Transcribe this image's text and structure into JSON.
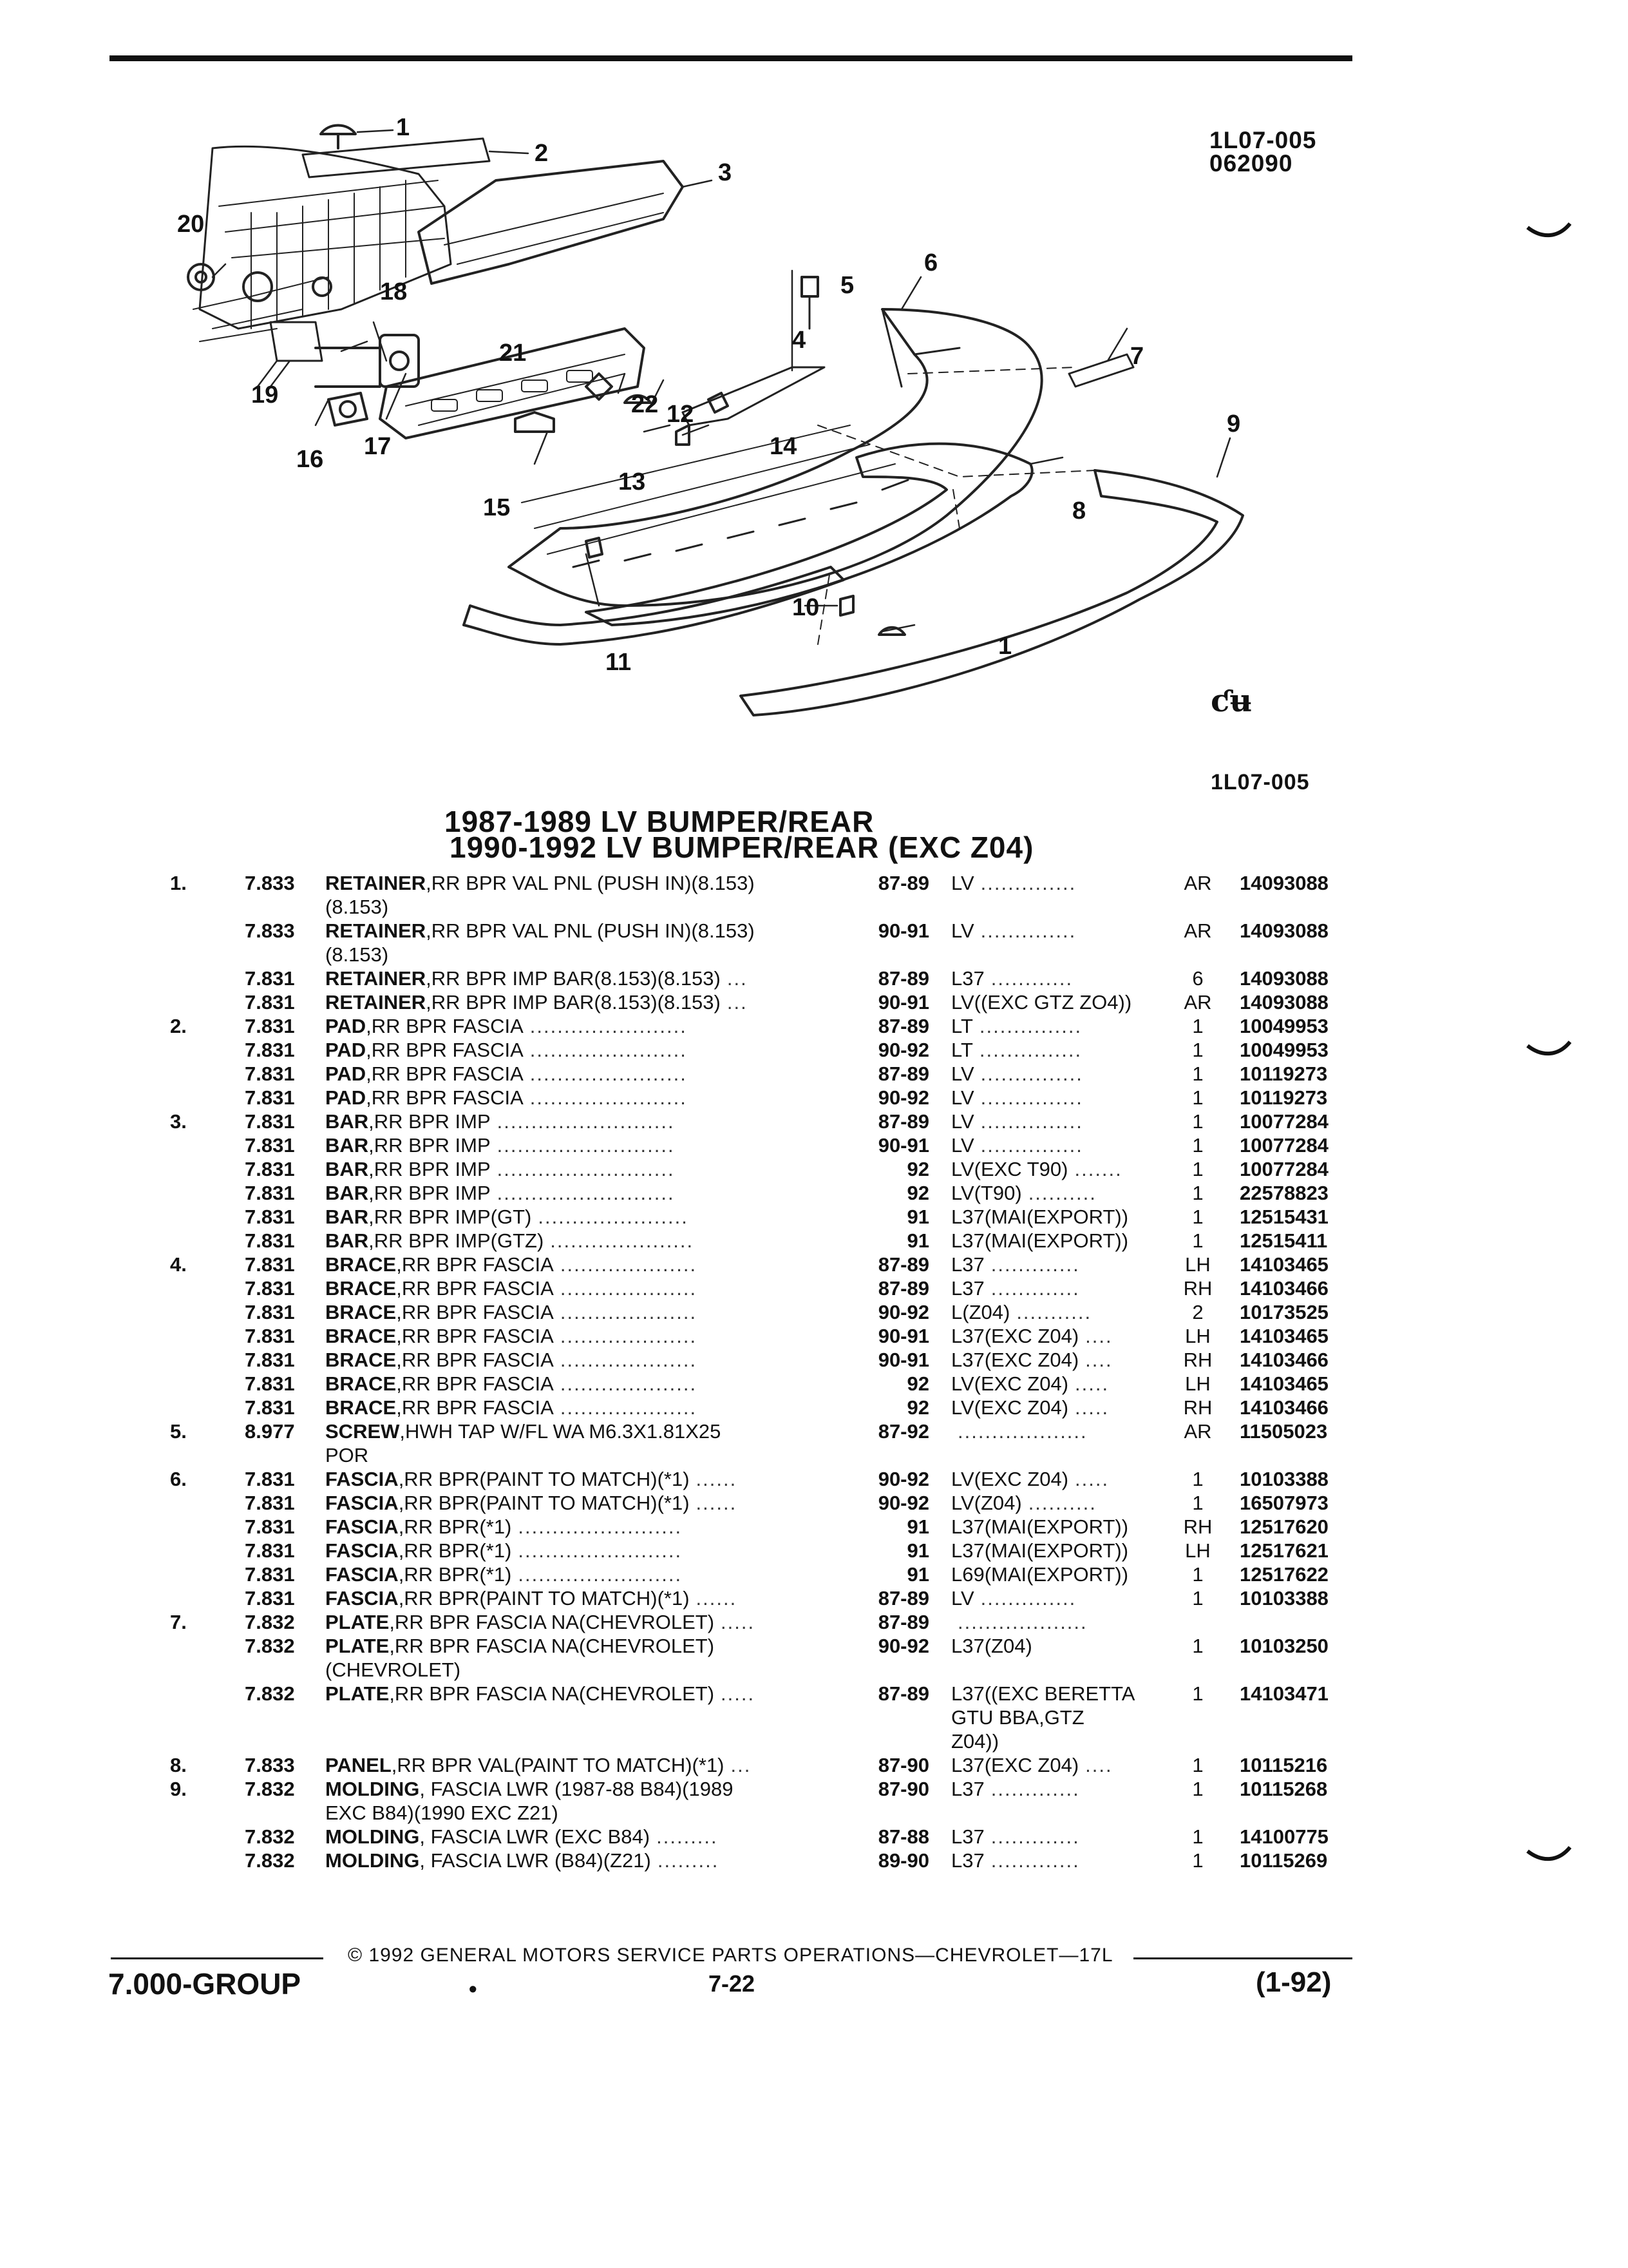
{
  "diagram": {
    "code_1": "1L07-005",
    "code_2": "062090",
    "figure_id": "1L07-005",
    "callouts": [
      "1",
      "2",
      "3",
      "4",
      "5",
      "6",
      "7",
      "8",
      "9",
      "10",
      "11",
      "12",
      "13",
      "14",
      "15",
      "16",
      "17",
      "18",
      "19",
      "20",
      "21",
      "22",
      "1"
    ]
  },
  "title": {
    "line1": "1987-1989 LV BUMPER/REAR",
    "line2": "1990-1992 LV BUMPER/REAR (EXC Z04)"
  },
  "parts": [
    {
      "no": "1.",
      "grp": "7.833",
      "name": "RETAINER",
      "desc": ",RR BPR VAL PNL (PUSH IN)(8.153)",
      "desc2": "(8.153)",
      "dots": "",
      "yr": "87-89",
      "mdl": "LV",
      "mdots": "..............",
      "qty": "AR",
      "pn": "14093088"
    },
    {
      "no": "",
      "grp": "7.833",
      "name": "RETAINER",
      "desc": ",RR BPR VAL PNL (PUSH IN)(8.153)",
      "desc2": "(8.153)",
      "dots": "",
      "yr": "90-91",
      "mdl": "LV",
      "mdots": "..............",
      "qty": "AR",
      "pn": "14093088"
    },
    {
      "no": "",
      "grp": "7.831",
      "name": "RETAINER",
      "desc": ",RR BPR IMP BAR(8.153)(8.153)",
      "desc2": "",
      "dots": "...",
      "yr": "87-89",
      "mdl": "L37",
      "mdots": "............",
      "qty": "6",
      "pn": "14093088"
    },
    {
      "no": "",
      "grp": "7.831",
      "name": "RETAINER",
      "desc": ",RR BPR IMP BAR(8.153)(8.153)",
      "desc2": "",
      "dots": "...",
      "yr": "90-91",
      "mdl": "LV((EXC GTZ ZO4))",
      "mdots": "",
      "qty": "AR",
      "pn": "14093088"
    },
    {
      "no": "2.",
      "grp": "7.831",
      "name": "PAD",
      "desc": ",RR BPR FASCIA",
      "desc2": "",
      "dots": ".......................",
      "yr": "87-89",
      "mdl": "LT",
      "mdots": "...............",
      "qty": "1",
      "pn": "10049953"
    },
    {
      "no": "",
      "grp": "7.831",
      "name": "PAD",
      "desc": ",RR BPR FASCIA",
      "desc2": "",
      "dots": ".......................",
      "yr": "90-92",
      "mdl": "LT",
      "mdots": "...............",
      "qty": "1",
      "pn": "10049953"
    },
    {
      "no": "",
      "grp": "7.831",
      "name": "PAD",
      "desc": ",RR BPR FASCIA",
      "desc2": "",
      "dots": ".......................",
      "yr": "87-89",
      "mdl": "LV",
      "mdots": "...............",
      "qty": "1",
      "pn": "10119273"
    },
    {
      "no": "",
      "grp": "7.831",
      "name": "PAD",
      "desc": ",RR BPR FASCIA",
      "desc2": "",
      "dots": ".......................",
      "yr": "90-92",
      "mdl": "LV",
      "mdots": "...............",
      "qty": "1",
      "pn": "10119273"
    },
    {
      "no": "3.",
      "grp": "7.831",
      "name": "BAR",
      "desc": ",RR BPR IMP",
      "desc2": "",
      "dots": "..........................",
      "yr": "87-89",
      "mdl": "LV",
      "mdots": "...............",
      "qty": "1",
      "pn": "10077284"
    },
    {
      "no": "",
      "grp": "7.831",
      "name": "BAR",
      "desc": ",RR BPR IMP",
      "desc2": "",
      "dots": "..........................",
      "yr": "90-91",
      "mdl": "LV",
      "mdots": "...............",
      "qty": "1",
      "pn": "10077284"
    },
    {
      "no": "",
      "grp": "7.831",
      "name": "BAR",
      "desc": ",RR BPR IMP",
      "desc2": "",
      "dots": "..........................",
      "yr": "92",
      "mdl": "LV(EXC T90)",
      "mdots": ".......",
      "qty": "1",
      "pn": "10077284"
    },
    {
      "no": "",
      "grp": "7.831",
      "name": "BAR",
      "desc": ",RR BPR IMP",
      "desc2": "",
      "dots": "..........................",
      "yr": "92",
      "mdl": "LV(T90)",
      "mdots": "..........",
      "qty": "1",
      "pn": "22578823"
    },
    {
      "no": "",
      "grp": "7.831",
      "name": "BAR",
      "desc": ",RR BPR IMP(GT)",
      "desc2": "",
      "dots": "......................",
      "yr": "91",
      "mdl": "L37(MAI(EXPORT))",
      "mdots": "",
      "qty": "1",
      "pn": "12515431"
    },
    {
      "no": "",
      "grp": "7.831",
      "name": "BAR",
      "desc": ",RR BPR IMP(GTZ)",
      "desc2": "",
      "dots": ".....................",
      "yr": "91",
      "mdl": "L37(MAI(EXPORT))",
      "mdots": "",
      "qty": "1",
      "pn": "12515411"
    },
    {
      "no": "4.",
      "grp": "7.831",
      "name": "BRACE",
      "desc": ",RR BPR FASCIA",
      "desc2": "",
      "dots": "....................",
      "yr": "87-89",
      "mdl": "L37",
      "mdots": ".............",
      "qty": "LH",
      "pn": "14103465"
    },
    {
      "no": "",
      "grp": "7.831",
      "name": "BRACE",
      "desc": ",RR BPR FASCIA",
      "desc2": "",
      "dots": "....................",
      "yr": "87-89",
      "mdl": "L37",
      "mdots": ".............",
      "qty": "RH",
      "pn": "14103466"
    },
    {
      "no": "",
      "grp": "7.831",
      "name": "BRACE",
      "desc": ",RR BPR FASCIA",
      "desc2": "",
      "dots": "....................",
      "yr": "90-92",
      "mdl": "L(Z04)",
      "mdots": "...........",
      "qty": "2",
      "pn": "10173525"
    },
    {
      "no": "",
      "grp": "7.831",
      "name": "BRACE",
      "desc": ",RR BPR FASCIA",
      "desc2": "",
      "dots": "....................",
      "yr": "90-91",
      "mdl": "L37(EXC Z04)",
      "mdots": "....",
      "qty": "LH",
      "pn": "14103465"
    },
    {
      "no": "",
      "grp": "7.831",
      "name": "BRACE",
      "desc": ",RR BPR FASCIA",
      "desc2": "",
      "dots": "....................",
      "yr": "90-91",
      "mdl": "L37(EXC Z04)",
      "mdots": "....",
      "qty": "RH",
      "pn": "14103466"
    },
    {
      "no": "",
      "grp": "7.831",
      "name": "BRACE",
      "desc": ",RR BPR FASCIA",
      "desc2": "",
      "dots": "....................",
      "yr": "92",
      "mdl": "LV(EXC Z04)",
      "mdots": ".....",
      "qty": "LH",
      "pn": "14103465"
    },
    {
      "no": "",
      "grp": "7.831",
      "name": "BRACE",
      "desc": ",RR BPR FASCIA",
      "desc2": "",
      "dots": "....................",
      "yr": "92",
      "mdl": "LV(EXC Z04)",
      "mdots": ".....",
      "qty": "RH",
      "pn": "14103466"
    },
    {
      "no": "5.",
      "grp": "8.977",
      "name": "SCREW",
      "desc": ",HWH TAP W/FL WA M6.3X1.81X25",
      "desc2": "POR",
      "dots": "",
      "yr": "87-92",
      "mdl": "",
      "mdots": "...................",
      "qty": "AR",
      "pn": "11505023"
    },
    {
      "no": "6.",
      "grp": "7.831",
      "name": "FASCIA",
      "desc": ",RR BPR(PAINT TO MATCH)(*1)",
      "desc2": "",
      "dots": "......",
      "yr": "90-92",
      "mdl": "LV(EXC Z04)",
      "mdots": ".....",
      "qty": "1",
      "pn": "10103388"
    },
    {
      "no": "",
      "grp": "7.831",
      "name": "FASCIA",
      "desc": ",RR BPR(PAINT TO MATCH)(*1)",
      "desc2": "",
      "dots": "......",
      "yr": "90-92",
      "mdl": "LV(Z04)",
      "mdots": "..........",
      "qty": "1",
      "pn": "16507973"
    },
    {
      "no": "",
      "grp": "7.831",
      "name": "FASCIA",
      "desc": ",RR BPR(*1)",
      "desc2": "",
      "dots": "........................",
      "yr": "91",
      "mdl": "L37(MAI(EXPORT))",
      "mdots": "",
      "qty": "RH",
      "pn": "12517620"
    },
    {
      "no": "",
      "grp": "7.831",
      "name": "FASCIA",
      "desc": ",RR BPR(*1)",
      "desc2": "",
      "dots": "........................",
      "yr": "91",
      "mdl": "L37(MAI(EXPORT))",
      "mdots": "",
      "qty": "LH",
      "pn": "12517621"
    },
    {
      "no": "",
      "grp": "7.831",
      "name": "FASCIA",
      "desc": ",RR BPR(*1)",
      "desc2": "",
      "dots": "........................",
      "yr": "91",
      "mdl": "L69(MAI(EXPORT))",
      "mdots": "",
      "qty": "1",
      "pn": "12517622"
    },
    {
      "no": "",
      "grp": "7.831",
      "name": "FASCIA",
      "desc": ",RR BPR(PAINT TO MATCH)(*1)",
      "desc2": "",
      "dots": "......",
      "yr": "87-89",
      "mdl": "LV",
      "mdots": "..............",
      "qty": "1",
      "pn": "10103388"
    },
    {
      "no": "7.",
      "grp": "7.832",
      "name": "PLATE",
      "desc": ",RR BPR FASCIA NA(CHEVROLET)",
      "desc2": "",
      "dots": ".....",
      "yr": "87-89",
      "mdl": "",
      "mdots": "...................",
      "qty": "",
      "pn": ""
    },
    {
      "no": "",
      "grp": "7.832",
      "name": "PLATE",
      "desc": ",RR BPR FASCIA NA(CHEVROLET)",
      "desc2": "(CHEVROLET)",
      "dots": "",
      "yr": "90-92",
      "mdl": "L37(Z04)",
      "mdots": "",
      "qty": "1",
      "pn": "10103250"
    },
    {
      "no": "",
      "grp": "7.832",
      "name": "PLATE",
      "desc": ",RR BPR FASCIA NA(CHEVROLET)",
      "desc2": "",
      "dots": ".....",
      "yr": "87-89",
      "mdl": "L37((EXC BERETTA",
      "mdl2": "GTU BBA,GTZ",
      "mdl3": "Z04))",
      "mdots": "",
      "qty": "1",
      "pn": "14103471"
    },
    {
      "no": "8.",
      "grp": "7.833",
      "name": "PANEL",
      "desc": ",RR BPR VAL(PAINT TO MATCH)(*1)",
      "desc2": "",
      "dots": "...",
      "yr": "87-90",
      "mdl": "L37(EXC Z04)",
      "mdots": "....",
      "qty": "1",
      "pn": "10115216"
    },
    {
      "no": "9.",
      "grp": "7.832",
      "name": "MOLDING",
      "desc": ", FASCIA LWR (1987-88 B84)(1989",
      "desc2": "EXC B84)(1990 EXC Z21)",
      "dots": "",
      "yr": "87-90",
      "mdl": "L37",
      "mdots": ".............",
      "qty": "1",
      "pn": "10115268"
    },
    {
      "no": "",
      "grp": "7.832",
      "name": "MOLDING",
      "desc": ", FASCIA LWR (EXC B84)",
      "desc2": "",
      "dots": ".........",
      "yr": "87-88",
      "mdl": "L37",
      "mdots": ".............",
      "qty": "1",
      "pn": "14100775"
    },
    {
      "no": "",
      "grp": "7.832",
      "name": "MOLDING",
      "desc": ", FASCIA LWR (B84)(Z21)",
      "desc2": "",
      "dots": ".........",
      "yr": "89-90",
      "mdl": "L37",
      "mdots": ".............",
      "qty": "1",
      "pn": "10115269"
    }
  ],
  "footer": {
    "copyright": "© 1992 GENERAL MOTORS SERVICE PARTS OPERATIONS—CHEVROLET—17L",
    "group": "7.000-GROUP",
    "page": "7-22",
    "revision": "(1-92)"
  }
}
